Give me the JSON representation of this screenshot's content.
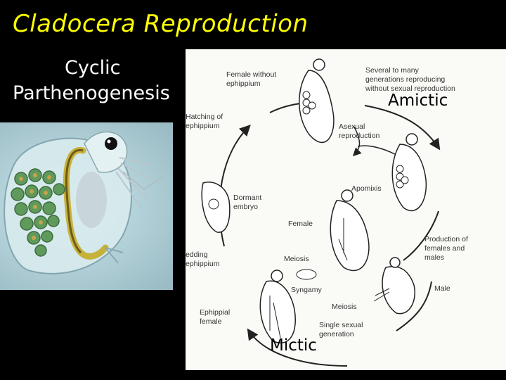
{
  "title": "Cladocera Reproduction",
  "subtitle_line1": "Cyclic",
  "subtitle_line2": "Parthenogenesis",
  "photo": {
    "subject": "daphnia-photo"
  },
  "diagram": {
    "labels": {
      "female_without_ephippium_1": "Female without",
      "female_without_ephippium_2": "ephippium",
      "several_1": "Several to many",
      "several_2": "generations reproducing",
      "several_3": "without sexual reproduction",
      "hatching_1": "Hatching of",
      "hatching_2": "ephippium",
      "asexual_1": "Asexual",
      "asexual_2": "reproduction",
      "apomixis": "Apomixis",
      "dormant_1": "Dormant",
      "dormant_2": "embryo",
      "female": "Female",
      "production_1": "Production of",
      "production_2": "females and",
      "production_3": "males",
      "meiosis_upper": "Meiosis",
      "shedding_1": "edding",
      "shedding_2": "ephippium",
      "syngamy": "Syngamy",
      "male": "Male",
      "meiosis_lower": "Meiosis",
      "ephippial_1": "Ephippial",
      "ephippial_2": "female",
      "single_1": "Single sexual",
      "single_2": "generation"
    },
    "overlay_amictic": "Amictic",
    "overlay_mictic": "Mictic"
  },
  "colors": {
    "title": "#ffff00",
    "text": "#ffffff",
    "background": "#000000",
    "egg_green": "#5f9a5c",
    "gut_yellow": "#c6b23a"
  }
}
